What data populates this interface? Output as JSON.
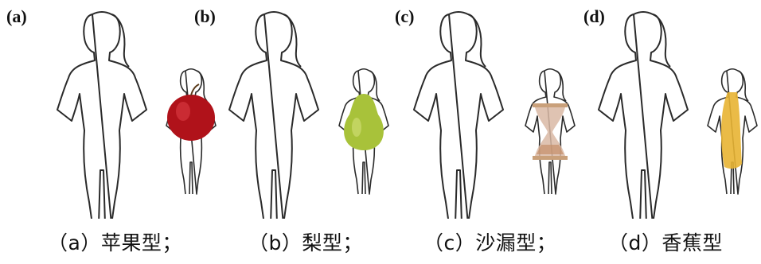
{
  "panels": [
    {
      "letter": "(a)",
      "caption": "（a）苹果型；",
      "fruit": "apple"
    },
    {
      "letter": "(b)",
      "caption": "（b）梨型；",
      "fruit": "pear"
    },
    {
      "letter": "(c)",
      "caption": "（c）沙漏型；",
      "fruit": "hourglass"
    },
    {
      "letter": "(d)",
      "caption": "（d）香蕉型",
      "fruit": "banana"
    }
  ],
  "colors": {
    "outline": "#2a2a2a",
    "apple": "#b0121a",
    "pear": "#a8c23a",
    "hourglass": "#d9b9a4",
    "banana": "#e8b433"
  }
}
